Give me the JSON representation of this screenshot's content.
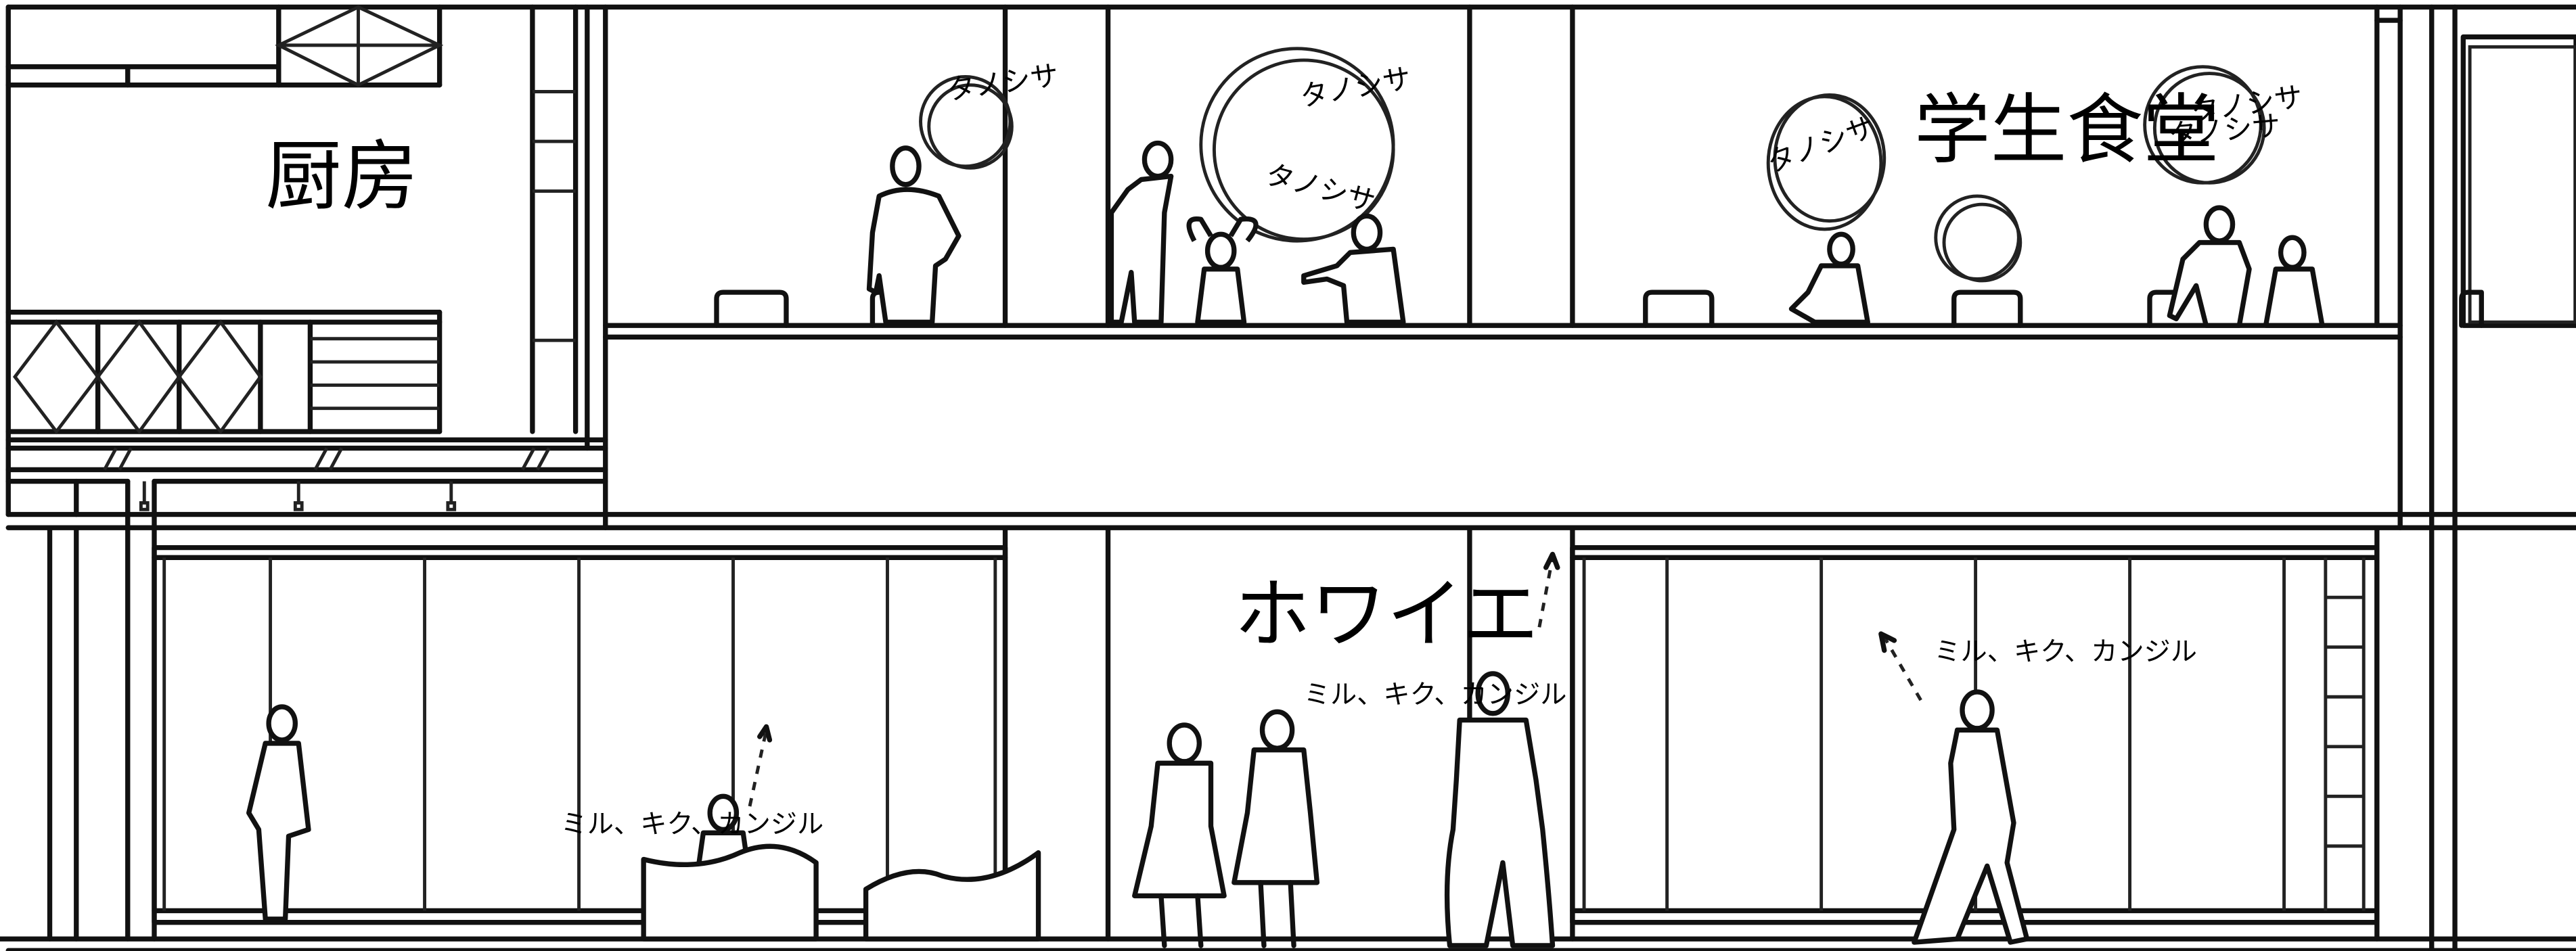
{
  "rooms": {
    "kitchen": "厨房",
    "cafeteria": "学生食堂",
    "foyer": "ホワイエ"
  },
  "bubble_text": "タノシサ",
  "annotations": {
    "left": "ミル、キク、カンジル",
    "center": "ミル、キク、カンジル",
    "right": "ミル、キク、カンジル"
  }
}
